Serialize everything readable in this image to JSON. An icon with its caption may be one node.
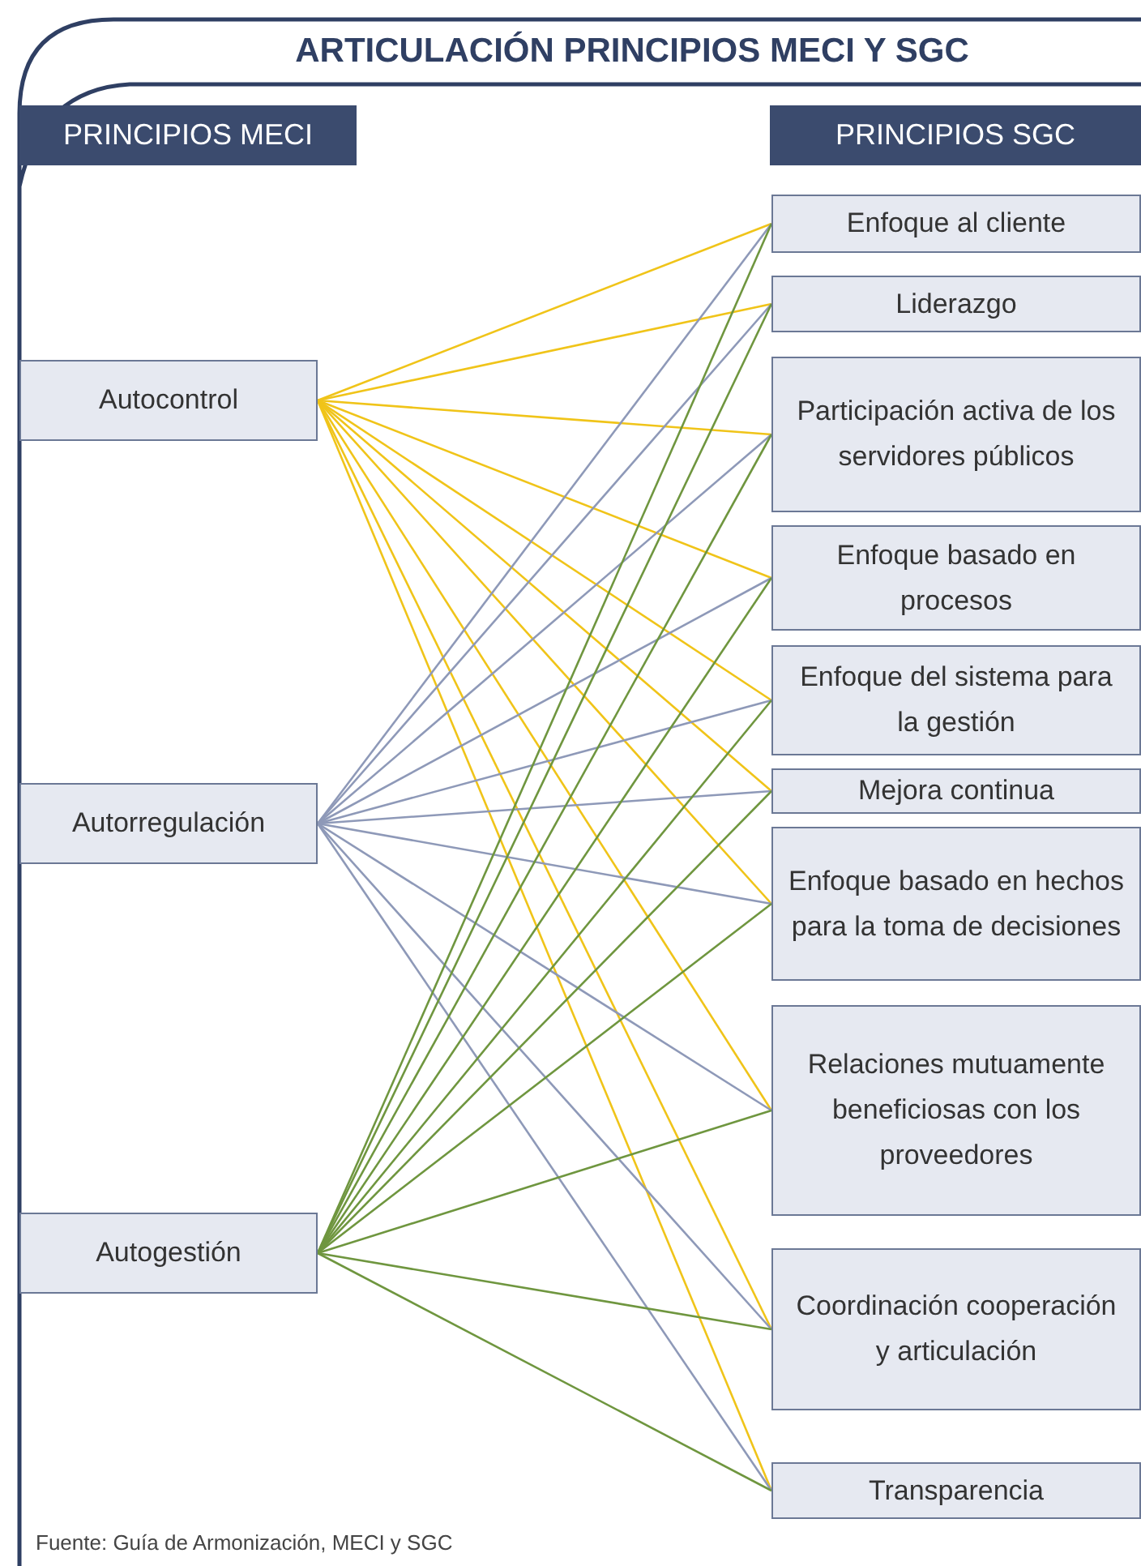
{
  "diagram": {
    "title": "ARTICULACIÓN PRINCIPIOS  MECI Y SGC",
    "caption": "Fuente: Guía de Armonización, MECI y SGC",
    "nodes": [
      {
        "text": [
          "PRINCIPIOS MECI"
        ]
      },
      {
        "text": [
          "PRINCIPIOS  SGC"
        ]
      },
      {
        "text": [
          "Autocontrol"
        ]
      },
      {
        "text": [
          "Autorregulación"
        ]
      },
      {
        "text": [
          "Autogestión"
        ]
      },
      {
        "text": [
          "Enfoque al cliente"
        ]
      },
      {
        "text": [
          "Liderazgo"
        ]
      },
      {
        "text": [
          "Participación activa de los servidores públicos"
        ]
      },
      {
        "text": [
          "Enfoque basado en procesos"
        ]
      },
      {
        "text": [
          "Enfoque del sistema para la gestión"
        ]
      },
      {
        "text": [
          "Mejora continua"
        ]
      },
      {
        "text": [
          "Enfoque basado en hechos para la toma de decisiones"
        ]
      },
      {
        "text": [
          "Relaciones mutuamente beneficiosas con los proveedores"
        ]
      },
      {
        "text": [
          "Coordinación cooperación y articulación"
        ]
      },
      {
        "text": [
          "Transparencia"
        ]
      }
    ],
    "edges": [
      {
        "from": 2,
        "to": 5,
        "arrow": "none",
        "color": "#f0c419"
      },
      {
        "from": 2,
        "to": 6,
        "arrow": "none",
        "color": "#f0c419"
      },
      {
        "from": 2,
        "to": 7,
        "arrow": "none",
        "color": "#f0c419"
      },
      {
        "from": 2,
        "to": 8,
        "arrow": "none",
        "color": "#f0c419"
      },
      {
        "from": 2,
        "to": 9,
        "arrow": "none",
        "color": "#f0c419"
      },
      {
        "from": 2,
        "to": 10,
        "arrow": "none",
        "color": "#f0c419"
      },
      {
        "from": 2,
        "to": 11,
        "arrow": "none",
        "color": "#f0c419"
      },
      {
        "from": 2,
        "to": 12,
        "arrow": "none",
        "color": "#f0c419"
      },
      {
        "from": 2,
        "to": 13,
        "arrow": "none",
        "color": "#f0c419"
      },
      {
        "from": 2,
        "to": 14,
        "arrow": "none",
        "color": "#f0c419"
      },
      {
        "from": 3,
        "to": 5,
        "arrow": "none",
        "color": "#8e99b8"
      },
      {
        "from": 3,
        "to": 6,
        "arrow": "none",
        "color": "#8e99b8"
      },
      {
        "from": 3,
        "to": 7,
        "arrow": "none",
        "color": "#8e99b8"
      },
      {
        "from": 3,
        "to": 8,
        "arrow": "none",
        "color": "#8e99b8"
      },
      {
        "from": 3,
        "to": 9,
        "arrow": "none",
        "color": "#8e99b8"
      },
      {
        "from": 3,
        "to": 10,
        "arrow": "none",
        "color": "#8e99b8"
      },
      {
        "from": 3,
        "to": 11,
        "arrow": "none",
        "color": "#8e99b8"
      },
      {
        "from": 3,
        "to": 12,
        "arrow": "none",
        "color": "#8e99b8"
      },
      {
        "from": 3,
        "to": 13,
        "arrow": "none",
        "color": "#8e99b8"
      },
      {
        "from": 3,
        "to": 14,
        "arrow": "none",
        "color": "#8e99b8"
      },
      {
        "from": 4,
        "to": 5,
        "arrow": "none",
        "color": "#6f963f"
      },
      {
        "from": 4,
        "to": 6,
        "arrow": "none",
        "color": "#6f963f"
      },
      {
        "from": 4,
        "to": 7,
        "arrow": "none",
        "color": "#6f963f"
      },
      {
        "from": 4,
        "to": 8,
        "arrow": "none",
        "color": "#6f963f"
      },
      {
        "from": 4,
        "to": 9,
        "arrow": "none",
        "color": "#6f963f"
      },
      {
        "from": 4,
        "to": 10,
        "arrow": "none",
        "color": "#6f963f"
      },
      {
        "from": 4,
        "to": 11,
        "arrow": "none",
        "color": "#6f963f"
      },
      {
        "from": 4,
        "to": 12,
        "arrow": "none",
        "color": "#6f963f"
      },
      {
        "from": 4,
        "to": 13,
        "arrow": "none",
        "color": "#6f963f"
      },
      {
        "from": 4,
        "to": 14,
        "arrow": "none",
        "color": "#6f963f"
      }
    ]
  }
}
